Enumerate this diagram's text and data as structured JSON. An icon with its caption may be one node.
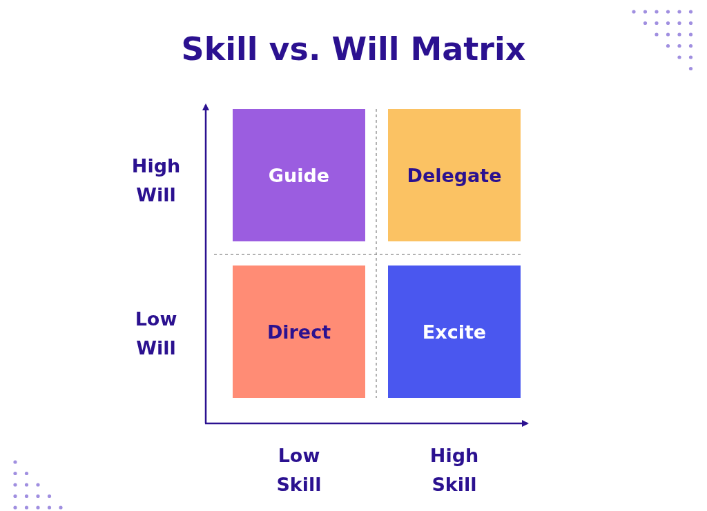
{
  "diagram": {
    "title": "Skill vs. Will Matrix",
    "nodes": [
      {
        "text": [
          "Guide"
        ]
      },
      {
        "text": [
          "Delegate"
        ]
      },
      {
        "text": [
          "Direct"
        ]
      },
      {
        "text": [
          "Excite"
        ]
      }
    ],
    "labels": [
      "High Will",
      "Low Will",
      "Low Skill",
      "High Skill"
    ]
  }
}
